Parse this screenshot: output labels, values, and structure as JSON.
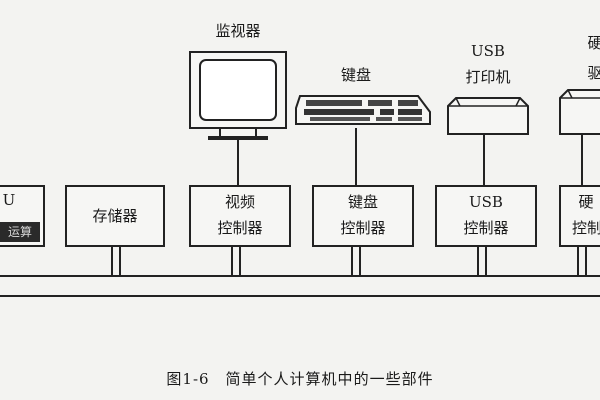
{
  "devices": {
    "monitor": {
      "label": "监视器"
    },
    "keyboard": {
      "label": "键盘"
    },
    "printer": {
      "label_line1": "USB",
      "label_line2": "打印机"
    },
    "drive": {
      "label_line1": "硬",
      "label_line2": "驱"
    }
  },
  "modules": {
    "cpu": {
      "line1": "U",
      "line2": "运算"
    },
    "memory": {
      "line1": "存储器"
    },
    "video": {
      "line1": "视频",
      "line2": "控制器"
    },
    "keyboard_ctrl": {
      "line1": "键盘",
      "line2": "控制器"
    },
    "usb_ctrl": {
      "line1": "USB",
      "line2": "控制器"
    },
    "disk_ctrl": {
      "line1": "硬",
      "line2": "控制"
    }
  },
  "caption": "图1-6　简单个人计算机中的一些部件"
}
